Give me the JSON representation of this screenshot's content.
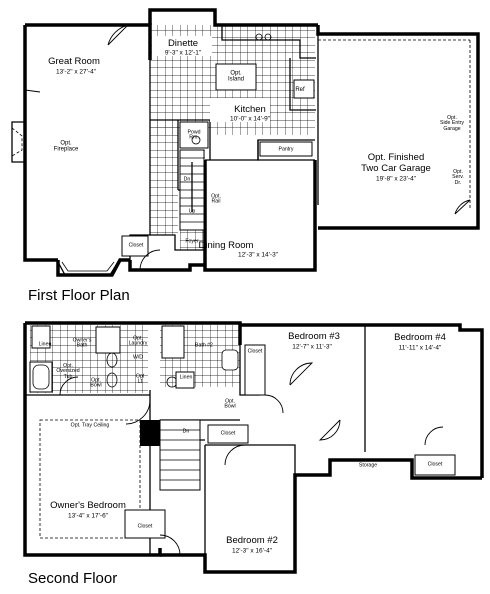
{
  "first_floor": {
    "title": "First Floor Plan",
    "rooms": {
      "great_room": {
        "name": "Great Room",
        "dims": "13'-2\" x 27'-4\""
      },
      "dinette": {
        "name": "Dinette",
        "dims": "9'-3\" x 12'-1\""
      },
      "kitchen": {
        "name": "Kitchen",
        "dims": "10'-0\" x 14'-9\""
      },
      "garage": {
        "name_line1": "Opt. Finished",
        "name_line2": "Two Car Garage",
        "dims": "19'-8\" x 23'-4\""
      },
      "dining_room": {
        "name": "Dining Room",
        "dims": "12'-3\" x 14'-3\""
      }
    },
    "labels": {
      "opt_fireplace": "Opt.\nFireplace",
      "opt_island": "Opt.\nIsland",
      "ref": "Ref",
      "pantry": "Pantry",
      "powder_rm": "Powd\nRm.",
      "opt_rail": "Opt.\nRail",
      "dn": "Dn",
      "up": "Up",
      "closet": "Closet",
      "foyer": "Foyer",
      "side_entry": "Opt.\nSide Entry\nGarage",
      "serv_dr": "Opt.\nServ.\nDr."
    }
  },
  "second_floor": {
    "title": "Second Floor",
    "rooms": {
      "owners_bedroom": {
        "name": "Owner's Bedroom",
        "dims": "13'-4\" x 17'-6\""
      },
      "bedroom3": {
        "name": "Bedroom #3",
        "dims": "12'-7\" x 11'-3\""
      },
      "bedroom4": {
        "name": "Bedroom #4",
        "dims": "11'-11\" x 14'-4\""
      },
      "bedroom2": {
        "name": "Bedroom #2",
        "dims": "12'-3\" x 16'-4\""
      }
    },
    "labels": {
      "linen1": "Linen",
      "owners_bath": "Owner's\nBath",
      "opt_oversized_tub": "Opt.\nOversized\nTub",
      "opt_bowl1": "Opt.\nBowl",
      "laundry": "Opt.\nLaundry",
      "wd": "W/D",
      "opt_lt": "Opt\nLt",
      "bath2": "Bath #2",
      "linen2": "Linen",
      "opt_bowl2": "Opt.\nBowl",
      "dn": "Dn",
      "closet_hall": "Closet",
      "closet_b3": "Closet",
      "closet_owner": "Closet",
      "closet_b4": "Closet",
      "storage": "Storage",
      "tray_ceiling": "Opt. Tray Ceiling"
    }
  }
}
